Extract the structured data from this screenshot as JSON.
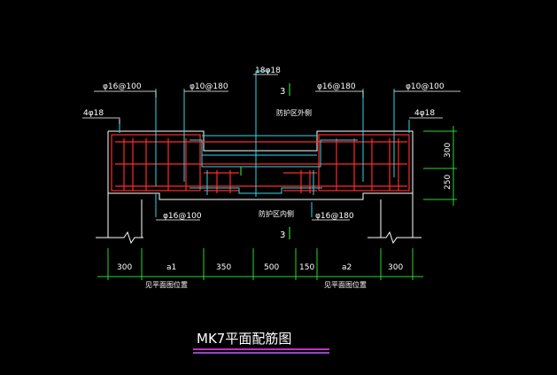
{
  "drawing": {
    "title": "MK7平面配筋图",
    "rebar_labels": {
      "top_left_a": "φ16@100",
      "top_left_b": "φ10@180",
      "top_mid": "18φ18",
      "top_right_a": "φ16@180",
      "top_right_b": "φ10@100",
      "left_side": "4φ18",
      "right_side": "4φ18",
      "bottom_left": "φ16@100",
      "bottom_right": "φ16@180"
    },
    "section_marks": {
      "top": "3",
      "bottom": "3"
    },
    "zone_notes": {
      "outer_side": "防护区外侧",
      "inner_side": "防护区内侧"
    },
    "dimensions": {
      "horizontal": [
        "300",
        "a1",
        "350",
        "500",
        "150",
        "a2",
        "300"
      ],
      "vertical": [
        "300",
        "250"
      ]
    },
    "footnotes": {
      "left": "见平面图位置",
      "right": "见平面图位置"
    }
  }
}
